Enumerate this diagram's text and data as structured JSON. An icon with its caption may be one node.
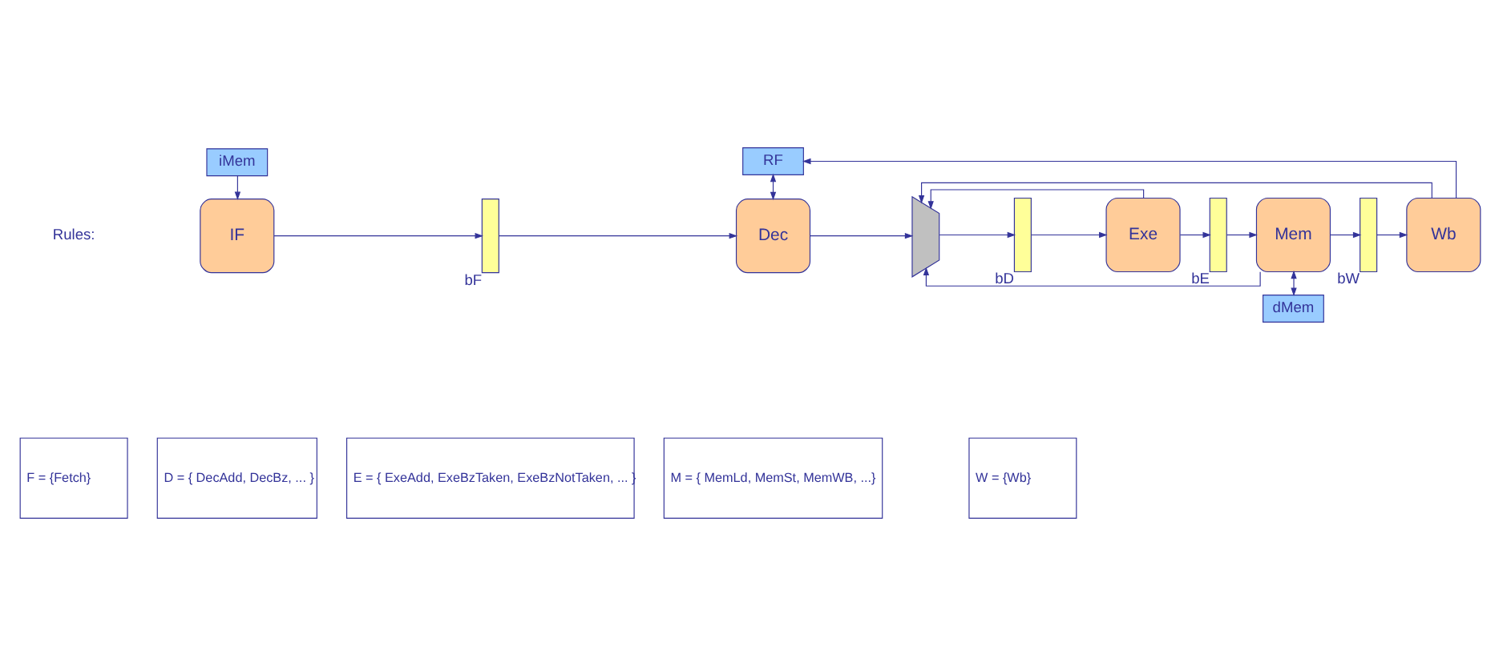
{
  "diagram": {
    "nodes": [
      {
        "text": [
          "RF"
        ]
      },
      {
        "text": [
          "IF"
        ]
      },
      {
        "text": [
          "bF"
        ]
      },
      {
        "text": [
          "Dec"
        ]
      },
      {
        "text": [],
        "shape": "trapezoid"
      },
      {
        "text": [
          "bD"
        ]
      },
      {
        "text": [
          "Exe"
        ]
      },
      {
        "text": [
          "bE"
        ]
      },
      {
        "text": [
          "Mem"
        ]
      },
      {
        "text": [
          "bW"
        ]
      },
      {
        "text": [
          "Wb"
        ]
      },
      {
        "text": [
          "iMem"
        ]
      },
      {
        "text": [
          "dMem"
        ]
      },
      {
        "text": [
          "F = {Fetch}"
        ]
      },
      {
        "text": [
          "D = { DecAdd, DecBz, ... }"
        ]
      },
      {
        "text": [
          "E = { ExeAdd, ExeBzTaken, ExeBzNotTaken, ... }"
        ]
      },
      {
        "text": [
          "M = { MemLd, MemSt, MemWB, ...}"
        ]
      },
      {
        "text": [
          "W = {Wb}"
        ]
      }
    ],
    "edges": [
      {
        "from": 11,
        "to": 1,
        "arrow": "to"
      },
      {
        "from": 1,
        "to": 2,
        "arrow": "to"
      },
      {
        "from": 2,
        "to": 3,
        "arrow": "to"
      },
      {
        "from": 0,
        "to": 3,
        "arrow": "both"
      },
      {
        "from": 3,
        "to": 4,
        "arrow": "to"
      },
      {
        "from": 4,
        "to": 5,
        "arrow": "to"
      },
      {
        "from": 5,
        "to": 6,
        "arrow": "to"
      },
      {
        "from": 6,
        "to": 7,
        "arrow": "to"
      },
      {
        "from": 6,
        "to": 4,
        "arrow": "to"
      },
      {
        "from": 7,
        "to": 8,
        "arrow": "to"
      },
      {
        "from": 8,
        "to": 9,
        "arrow": "to"
      },
      {
        "from": 8,
        "to": 4,
        "arrow": "to"
      },
      {
        "from": 8,
        "to": 12,
        "arrow": "both"
      },
      {
        "from": 9,
        "to": 10,
        "arrow": "to"
      },
      {
        "from": 10,
        "to": 0,
        "arrow": "to"
      },
      {
        "from": 10,
        "to": 4,
        "arrow": "to"
      }
    ],
    "labels": [
      "Rules:"
    ]
  }
}
